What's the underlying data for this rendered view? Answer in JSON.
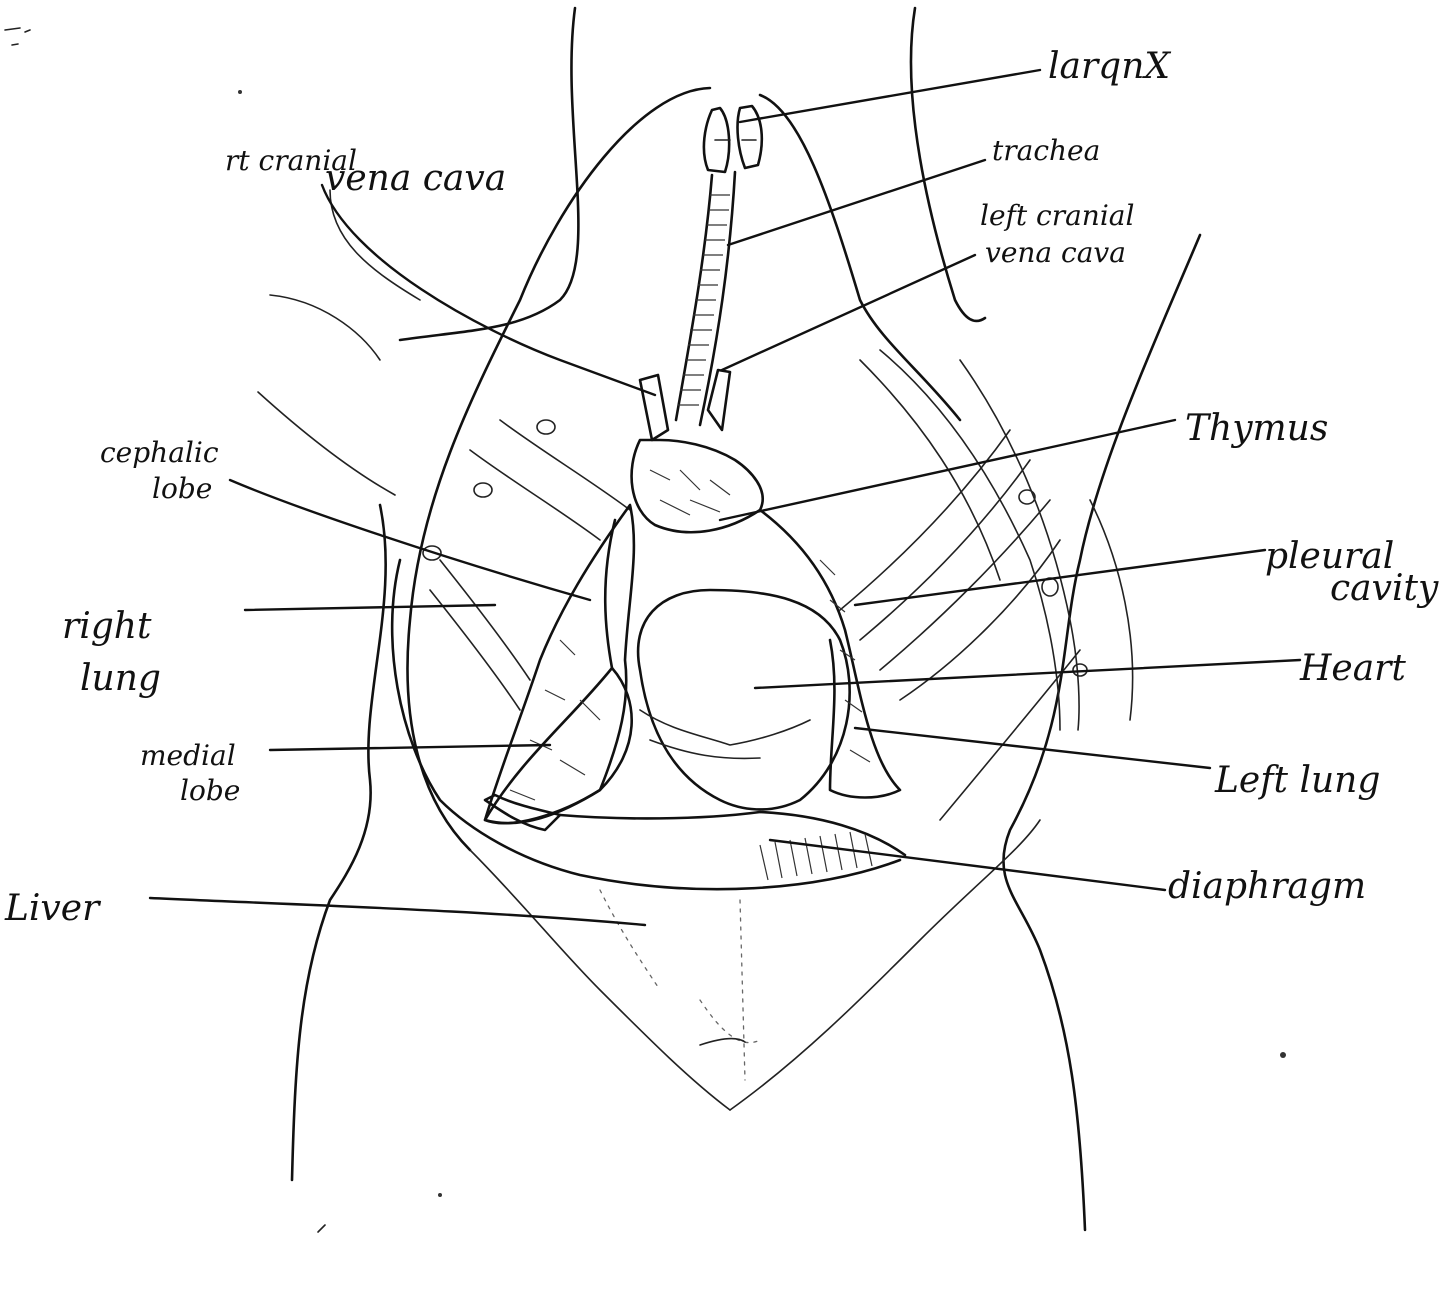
{
  "labels": {
    "larynx": "larqnX",
    "trachea": "trachea",
    "left_cranial_vena_cava_1": "left cranial",
    "left_cranial_vena_cava_2": "vena cava",
    "rt_cranial_vena_cava_1": "rt cranial",
    "rt_cranial_vena_cava_2": "vena cava",
    "thymus": "Thymus",
    "cephalic_lobe_1": "cephalic",
    "cephalic_lobe_2": "lobe",
    "pleural_cavity_1": "pleural",
    "pleural_cavity_2": "cavity",
    "right_lung_1": "right",
    "right_lung_2": "lung",
    "heart": "Heart",
    "medial_lobe_1": "medial",
    "medial_lobe_2": "lobe",
    "left_lung": "Left lung",
    "diaphragm": "diaphragm",
    "liver": "Liver"
  }
}
